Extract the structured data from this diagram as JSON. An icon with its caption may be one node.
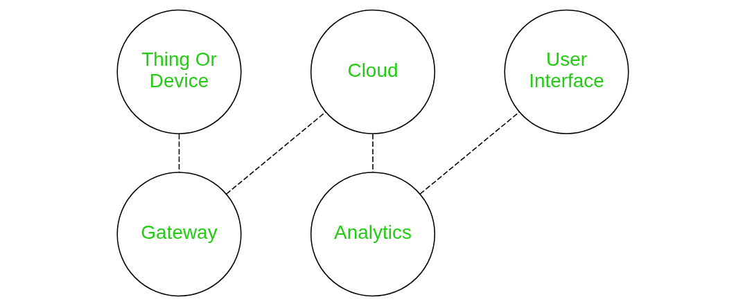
{
  "diagram": {
    "nodes": [
      {
        "text": [
          "Thing Or Device"
        ]
      },
      {
        "text": [
          "Gateway"
        ]
      },
      {
        "text": [
          "Cloud"
        ]
      },
      {
        "text": [
          "Analytics"
        ]
      },
      {
        "text": [
          "User Interface"
        ]
      }
    ],
    "edges": [
      {
        "from": 0,
        "to": 1,
        "arrow": "none",
        "style": "dashed"
      },
      {
        "from": 1,
        "to": 2,
        "arrow": "none",
        "style": "dashed"
      },
      {
        "from": 2,
        "to": 3,
        "arrow": "none",
        "style": "dashed"
      },
      {
        "from": 3,
        "to": 4,
        "arrow": "none",
        "style": "dashed"
      }
    ]
  }
}
